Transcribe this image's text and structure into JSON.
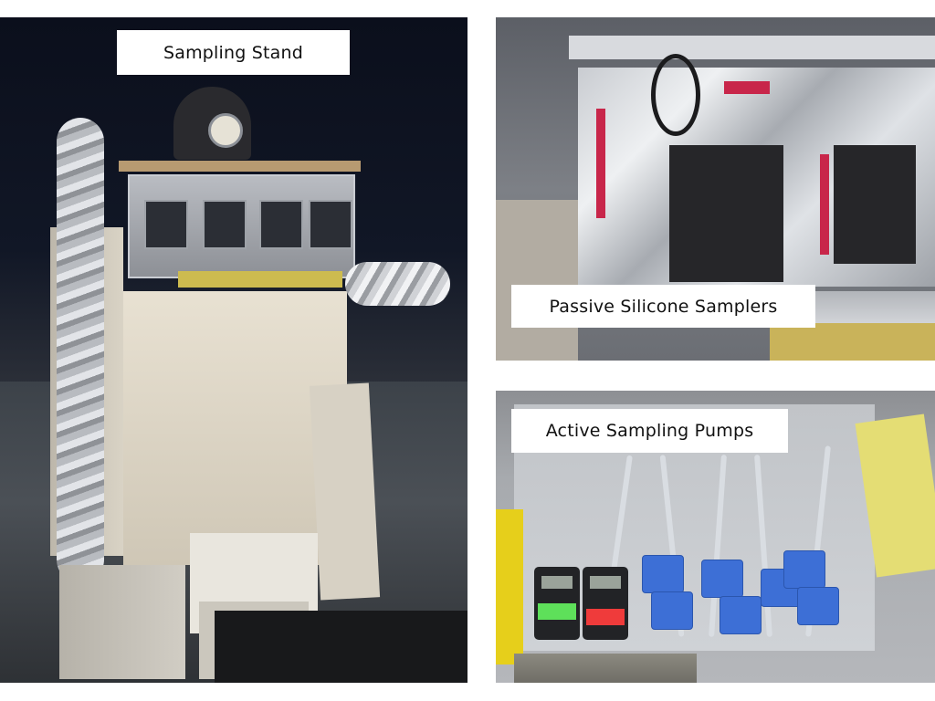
{
  "panels": [
    {
      "id": "sampling-stand",
      "label": "Sampling Stand",
      "description": "Outdoor night photo of a sampling stand with insulated foil ducts, silicone pads on a foil-covered frame, backer boards and cinder blocks"
    },
    {
      "id": "passive-silicone-samplers",
      "label": "Passive Silicone Samplers",
      "description": "Close-up of dark silicone sampler pads taped onto a foil-covered frame with red-marked tape"
    },
    {
      "id": "active-sampling-pumps",
      "label": "Active Sampling Pumps",
      "description": "Box of blue sampling pump units with clear tubing and filter cassettes, plus two black handheld pumps with green and red labels"
    }
  ],
  "colors": {
    "background": "#ffffff",
    "label_bg": "#ffffff",
    "label_text": "#111111"
  }
}
